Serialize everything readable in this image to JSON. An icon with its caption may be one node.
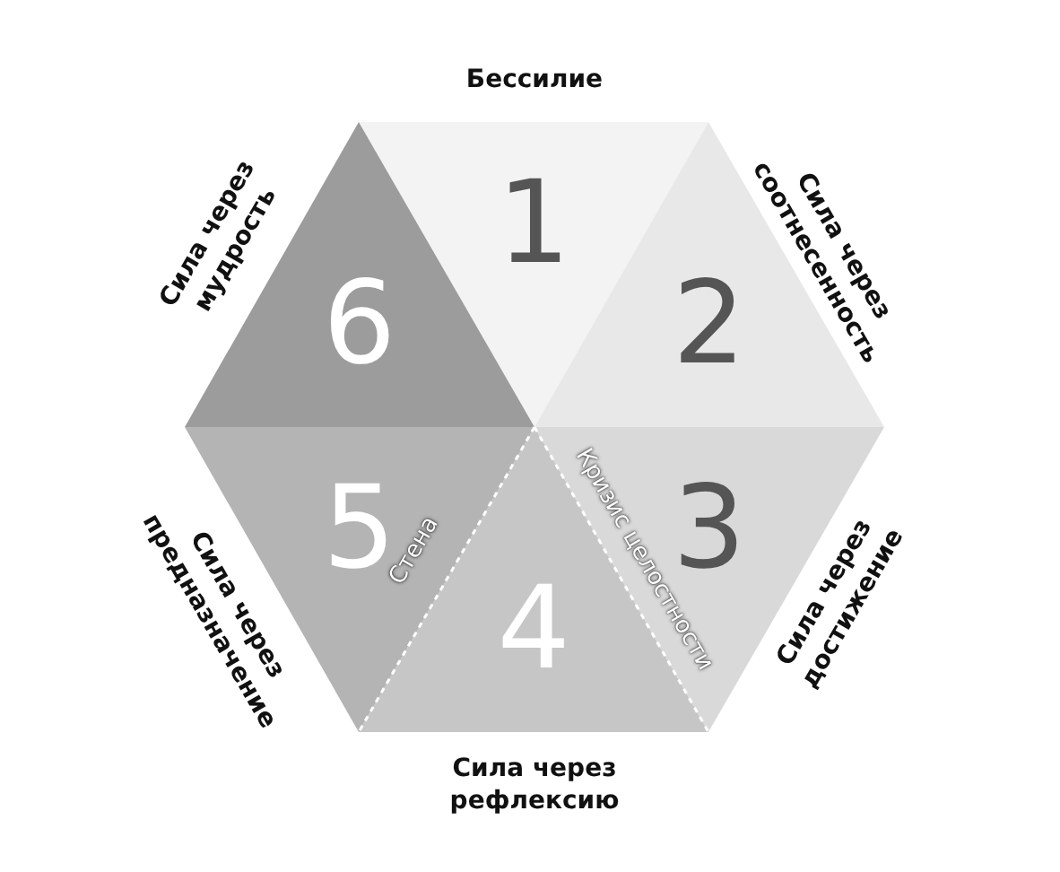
{
  "diagram": {
    "nodes": [
      {
        "text": [
          "1"
        ],
        "beside": [
          "Бессилие"
        ]
      },
      {
        "text": [
          "2"
        ],
        "beside": [
          "Сила через соотнесенность"
        ]
      },
      {
        "text": [
          "3"
        ],
        "beside": [
          "Сила через достижение"
        ]
      },
      {
        "text": [
          "4"
        ],
        "beside": [
          "Сила через рефлексию"
        ]
      },
      {
        "text": [
          "5"
        ],
        "beside": [
          "Сила через предназначение"
        ]
      },
      {
        "text": [
          "6"
        ],
        "beside": [
          "Сила через мудрость"
        ]
      }
    ],
    "labels": [
      "Стена",
      "Кризис целостности"
    ]
  }
}
